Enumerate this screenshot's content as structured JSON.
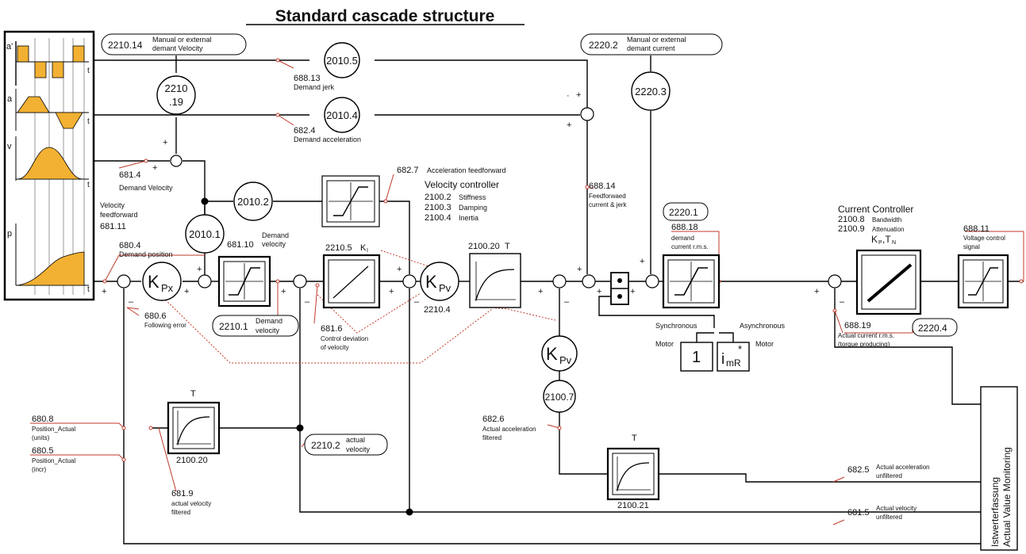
{
  "title": "Standard cascade structure",
  "profile": {
    "axes": [
      "a'",
      "a",
      "v",
      "p"
    ],
    "t": "t"
  },
  "params": {
    "p2210_14": {
      "num": "2210.14",
      "text": [
        "Manual or external",
        "demant Velocity"
      ]
    },
    "p2010_5": "2010.5",
    "p688_13": {
      "num": "688.13",
      "text": "Demand jerk"
    },
    "p2210_19": [
      "2210",
      ".19"
    ],
    "p2010_4": "2010.4",
    "p682_4": {
      "num": "682.4",
      "text": "Demand acceleration"
    },
    "p681_4": {
      "num": "681.4",
      "text": "Demand Velocity"
    },
    "p2010_2": "2010.2",
    "p2010_1": "2010.1",
    "p681_11": {
      "text": [
        "Velocity",
        "feedforward"
      ],
      "num": "681.11"
    },
    "p680_4": {
      "num": "680.4",
      "text": "Demand position"
    },
    "p681_10": {
      "num": "681.10",
      "text": [
        "Demand",
        "velocity"
      ]
    },
    "p682_7": {
      "num": "682.7",
      "text": "Acceleration feedforward"
    },
    "velocity_controller": {
      "title": "Velocity controller",
      "rows": [
        [
          "2100.2",
          "Stiffness"
        ],
        [
          "2100.3",
          "Damping"
        ],
        [
          "2100.4",
          "Inertia"
        ]
      ]
    },
    "p2210_5": {
      "num": "2210.5",
      "k": "K",
      "sub": "I"
    },
    "p2100_20T": {
      "num": "2100.20",
      "t": "T"
    },
    "p2210_4": "2210.4",
    "p2210_1": {
      "num": "2210.1",
      "text": [
        "Demand",
        "velocity"
      ]
    },
    "p680_6": {
      "num": "680.6",
      "text": "Following error"
    },
    "p681_6": {
      "num": "681.6",
      "text": [
        "Control deviation",
        "of velocity"
      ]
    },
    "p2220_2": {
      "num": "2220.2",
      "text": [
        "Manual or external",
        "demant current"
      ]
    },
    "p2220_3": "2220.3",
    "p688_14": {
      "num": "688.14",
      "text": [
        "Feedforwaed",
        "current & jerk"
      ]
    },
    "p2220_1": "2220.1",
    "p688_18": {
      "num": "688.18",
      "text": [
        "demand",
        "current r.m.s."
      ]
    },
    "current_controller": {
      "title": "Current Controller",
      "rows": [
        [
          "2100.8",
          "Bandwidth"
        ],
        [
          "2100.9",
          "Attenuation"
        ]
      ],
      "kp": "K",
      "kp_sub": "P",
      "tn": ",T",
      "tn_sub": "N"
    },
    "p688_11": {
      "num": "688.11",
      "text": [
        "Voltage control",
        "signal"
      ]
    },
    "motor": {
      "sync": "Synchronous",
      "async": "Asynchronous",
      "m1": "Motor",
      "m2": "Motor",
      "one": "1",
      "imr": "i",
      "imr_sub": "mR",
      "star": "*"
    },
    "p688_19": {
      "num": "688.19",
      "text": [
        "Actual current r.m.s.",
        "(torque producing)"
      ]
    },
    "p2220_4": "2220.4",
    "kpv2": {
      "k": "K",
      "sub": "Pv"
    },
    "p2100_7": "2100.7",
    "p682_6": {
      "num": "682.6",
      "text": [
        "Actual acceleration",
        "filtered"
      ]
    },
    "p2100_21": {
      "t": "T",
      "num": "2100.21"
    },
    "p682_5": {
      "num": "682.5",
      "text": [
        "Actual acceleration",
        "unfiltered"
      ]
    },
    "p681_5": {
      "num": "681.5",
      "text": [
        "Actual velocity",
        "unfiltered"
      ]
    },
    "p680_8": {
      "num": "680.8",
      "text": [
        "Position_Actual",
        "(units)"
      ]
    },
    "p680_5": {
      "num": "680.5",
      "text": [
        "Position_Actual",
        "(incr)"
      ]
    },
    "p2100_20": {
      "t": "T",
      "num": "2100.20"
    },
    "p681_9": {
      "num": "681.9",
      "text": [
        "actual velocity",
        "filtered"
      ]
    },
    "p2210_2": {
      "num": "2210.2",
      "text": [
        "actual",
        "velocity"
      ]
    },
    "kpx": {
      "k": "K",
      "sub": "Px"
    },
    "kpv": {
      "k": "K",
      "sub": "Pv"
    },
    "monitoring": [
      "Istwerterfassung",
      "Actual Value Monitoring"
    ]
  },
  "signs": {
    "plus": "+",
    "minus": "–",
    "dot": "·"
  }
}
